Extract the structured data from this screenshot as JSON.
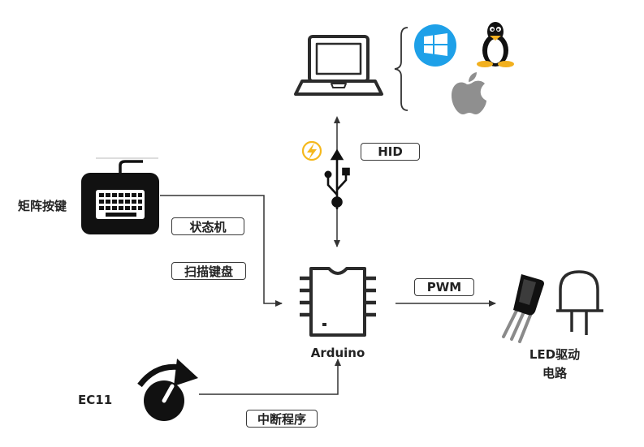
{
  "labels": {
    "matrix_keys": "矩阵按键",
    "ec11": "EC11",
    "arduino": "Arduino",
    "led_driver_line1": "LED驱动",
    "led_driver_line2": "电路"
  },
  "tags": {
    "hid": "HID",
    "state_machine": "状态机",
    "scan_keyboard": "扫描键盘",
    "pwm": "PWM",
    "interrupt": "中断程序"
  },
  "icons": {
    "computer": "laptop-icon",
    "os": [
      "windows-icon",
      "linux-tux-icon",
      "apple-icon"
    ],
    "connector": "usb-icon",
    "power": "lightning-icon",
    "input": "keyboard-icon",
    "encoder": "rotary-encoder-icon",
    "controller": "chip-icon",
    "output": [
      "transistor-icon",
      "led-icon"
    ]
  },
  "colors": {
    "stroke": "#333333",
    "windows_blue": "#1ea0e8",
    "bolt_yellow": "#f5b81c",
    "apple_gray": "#8f8f8f"
  }
}
